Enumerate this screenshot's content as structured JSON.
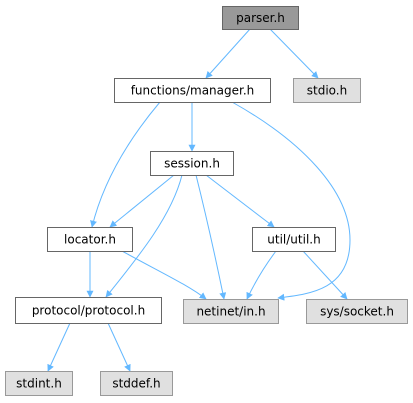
{
  "colors": {
    "edge": "#63b8ff",
    "root_fill": "#999999",
    "root_stroke": "#666666",
    "internal_fill": "#ffffff",
    "internal_stroke": "#666666",
    "system_fill": "#e0e0e0",
    "system_stroke": "#999999"
  },
  "nodes": [
    {
      "id": "parser",
      "label": "parser.h",
      "kind": "root"
    },
    {
      "id": "manager",
      "label": "functions/manager.h",
      "kind": "internal"
    },
    {
      "id": "stdio",
      "label": "stdio.h",
      "kind": "system"
    },
    {
      "id": "session",
      "label": "session.h",
      "kind": "internal"
    },
    {
      "id": "locator",
      "label": "locator.h",
      "kind": "internal"
    },
    {
      "id": "util",
      "label": "util/util.h",
      "kind": "internal"
    },
    {
      "id": "protocol",
      "label": "protocol/protocol.h",
      "kind": "internal"
    },
    {
      "id": "netinet",
      "label": "netinet/in.h",
      "kind": "system"
    },
    {
      "id": "socket",
      "label": "sys/socket.h",
      "kind": "system"
    },
    {
      "id": "stdint",
      "label": "stdint.h",
      "kind": "system"
    },
    {
      "id": "stddef",
      "label": "stddef.h",
      "kind": "system"
    }
  ],
  "edges": [
    {
      "from": "parser",
      "to": "manager"
    },
    {
      "from": "parser",
      "to": "stdio"
    },
    {
      "from": "manager",
      "to": "session"
    },
    {
      "from": "manager",
      "to": "locator"
    },
    {
      "from": "manager",
      "to": "netinet"
    },
    {
      "from": "session",
      "to": "locator"
    },
    {
      "from": "session",
      "to": "util"
    },
    {
      "from": "session",
      "to": "protocol"
    },
    {
      "from": "session",
      "to": "netinet"
    },
    {
      "from": "locator",
      "to": "protocol"
    },
    {
      "from": "locator",
      "to": "netinet"
    },
    {
      "from": "util",
      "to": "netinet"
    },
    {
      "from": "util",
      "to": "socket"
    },
    {
      "from": "protocol",
      "to": "stdint"
    },
    {
      "from": "protocol",
      "to": "stddef"
    }
  ]
}
